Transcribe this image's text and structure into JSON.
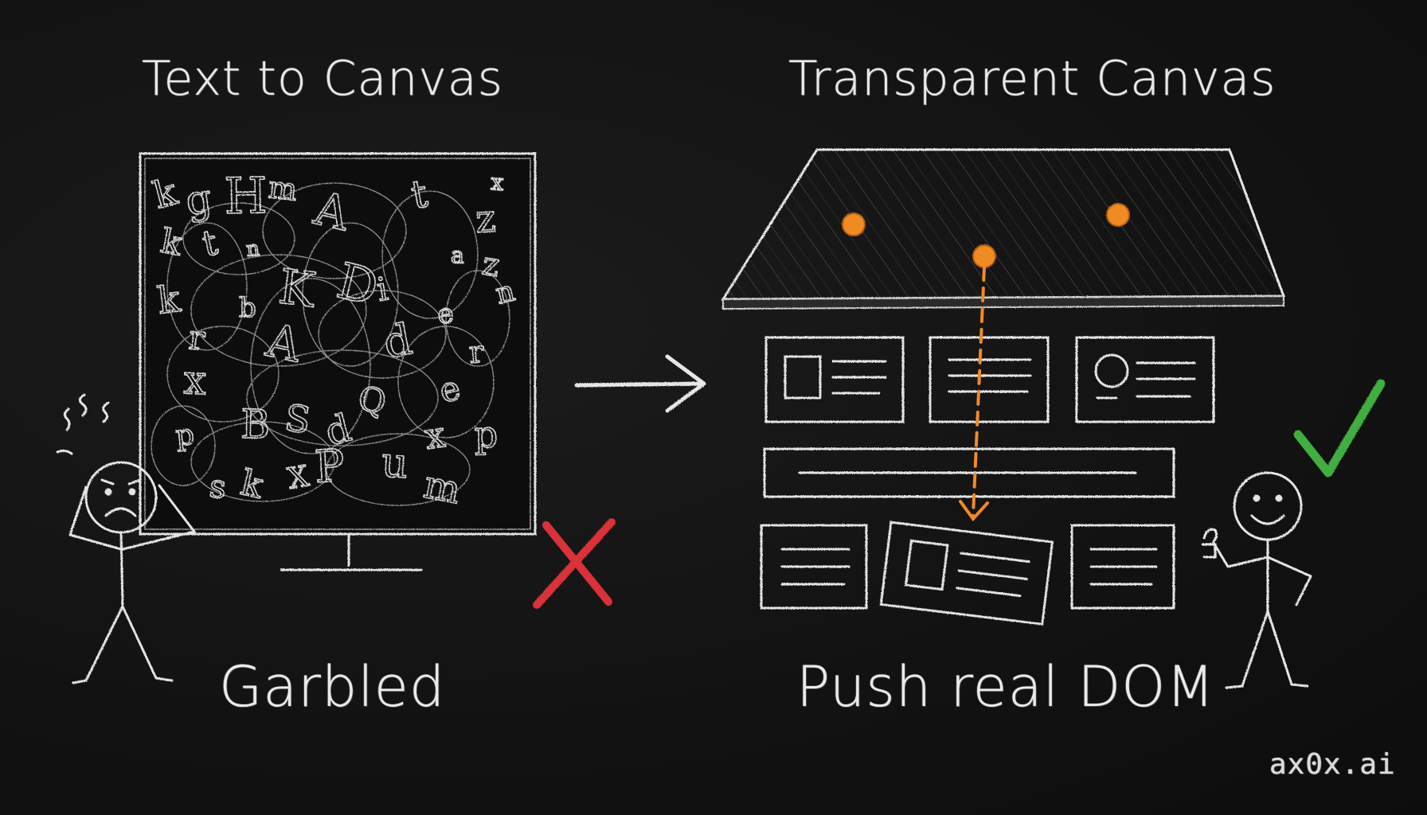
{
  "left_panel": {
    "title": "Text to Canvas",
    "caption": "Garbled",
    "glyphs": [
      "k",
      "g",
      "H",
      "m",
      "A",
      "t",
      "z",
      "x",
      "k",
      "t",
      "n",
      "a",
      "z",
      "n",
      "k",
      "b",
      "K",
      "D",
      "i",
      "e",
      "r",
      "A",
      "d",
      "r",
      "x",
      "Q",
      "e",
      "p",
      "B",
      "S",
      "d",
      "x",
      "p",
      "s",
      "k",
      "X",
      "P",
      "u",
      "m"
    ]
  },
  "right_panel": {
    "title": "Transparent Canvas",
    "caption": "Push real DOM"
  },
  "brand": "ax0x.ai",
  "colors": {
    "chalk": "#e6e6e6",
    "background": "#141414",
    "accent_orange": "#f08a24",
    "cross_red": "#d9303a",
    "check_green": "#3fae3f"
  },
  "icons": {
    "arrow": "right-arrow-icon",
    "cross": "red-x-icon",
    "check": "green-check-icon"
  }
}
